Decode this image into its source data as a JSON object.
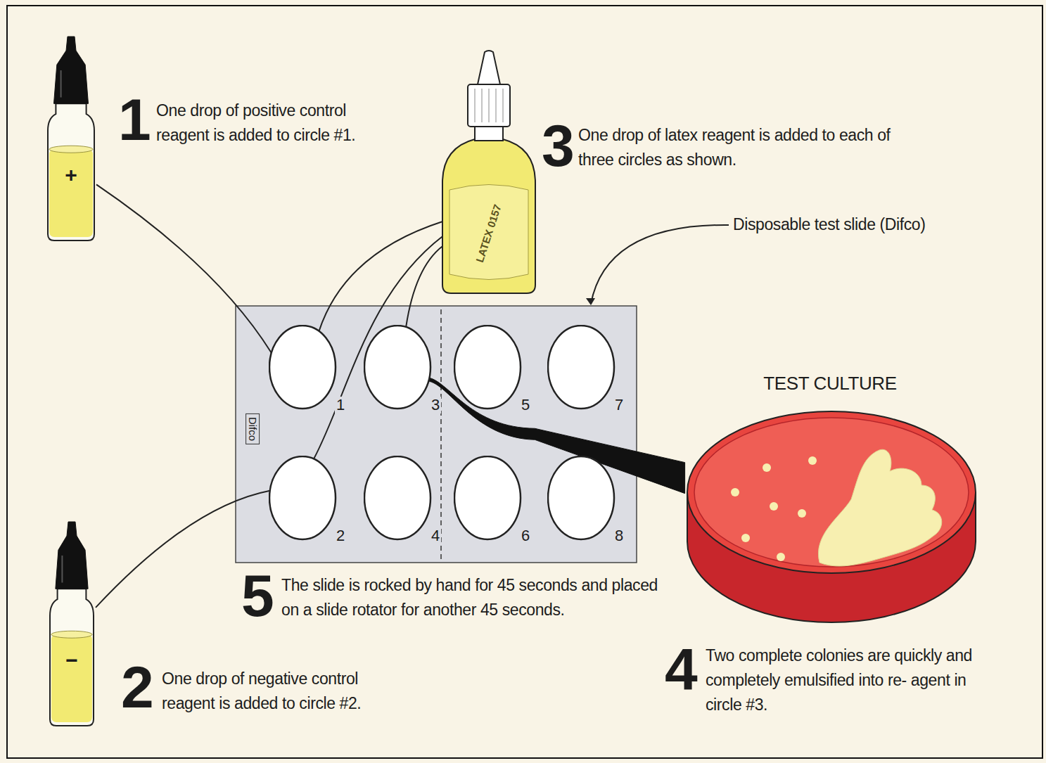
{
  "diagram": {
    "nodes": [
      {
        "text": [
          "+"
        ]
      },
      {
        "text": [
          "LATEX 0157"
        ]
      },
      {
        "text": [
          "Difco"
        ]
      },
      {
        "text": [
          "1"
        ],
        "in": 2
      },
      {
        "text": [
          "3"
        ],
        "in": 2
      },
      {
        "text": [
          "5"
        ],
        "in": 2
      },
      {
        "text": [
          "7"
        ],
        "in": 2
      },
      {
        "text": [
          "2"
        ],
        "in": 2
      },
      {
        "text": [
          "4"
        ],
        "in": 2
      },
      {
        "text": [
          "6"
        ],
        "in": 2
      },
      {
        "text": [
          "8"
        ],
        "in": 2
      },
      {
        "text": [
          "−"
        ]
      },
      {
        "text": [
          "TEST CULTURE"
        ]
      }
    ],
    "edges": [
      {
        "from": 0,
        "to": 3,
        "arrow": "none"
      },
      {
        "from": 1,
        "to": 3,
        "arrow": "none"
      },
      {
        "from": 1,
        "to": 7,
        "arrow": "none"
      },
      {
        "from": 1,
        "to": 4,
        "arrow": "none"
      },
      {
        "from": 11,
        "to": 7,
        "arrow": "none"
      },
      {
        "from": 12,
        "to": 4,
        "arrow": "none"
      }
    ],
    "labels": [
      "1",
      "One drop of positive control reagent is added to circle #1.",
      "2",
      "One drop of negative control reagent is added to circle #2.",
      "3",
      "One drop of latex reagent is added to each of three circles as shown.",
      "4",
      "Two complete colonies are quickly and completely emulsified into re- agent in circle #3.",
      "5",
      "The slide is rocked by hand for 45 seconds and placed on a slide rotator for another 45 seconds.",
      "Disposable test slide (Difco)"
    ]
  }
}
